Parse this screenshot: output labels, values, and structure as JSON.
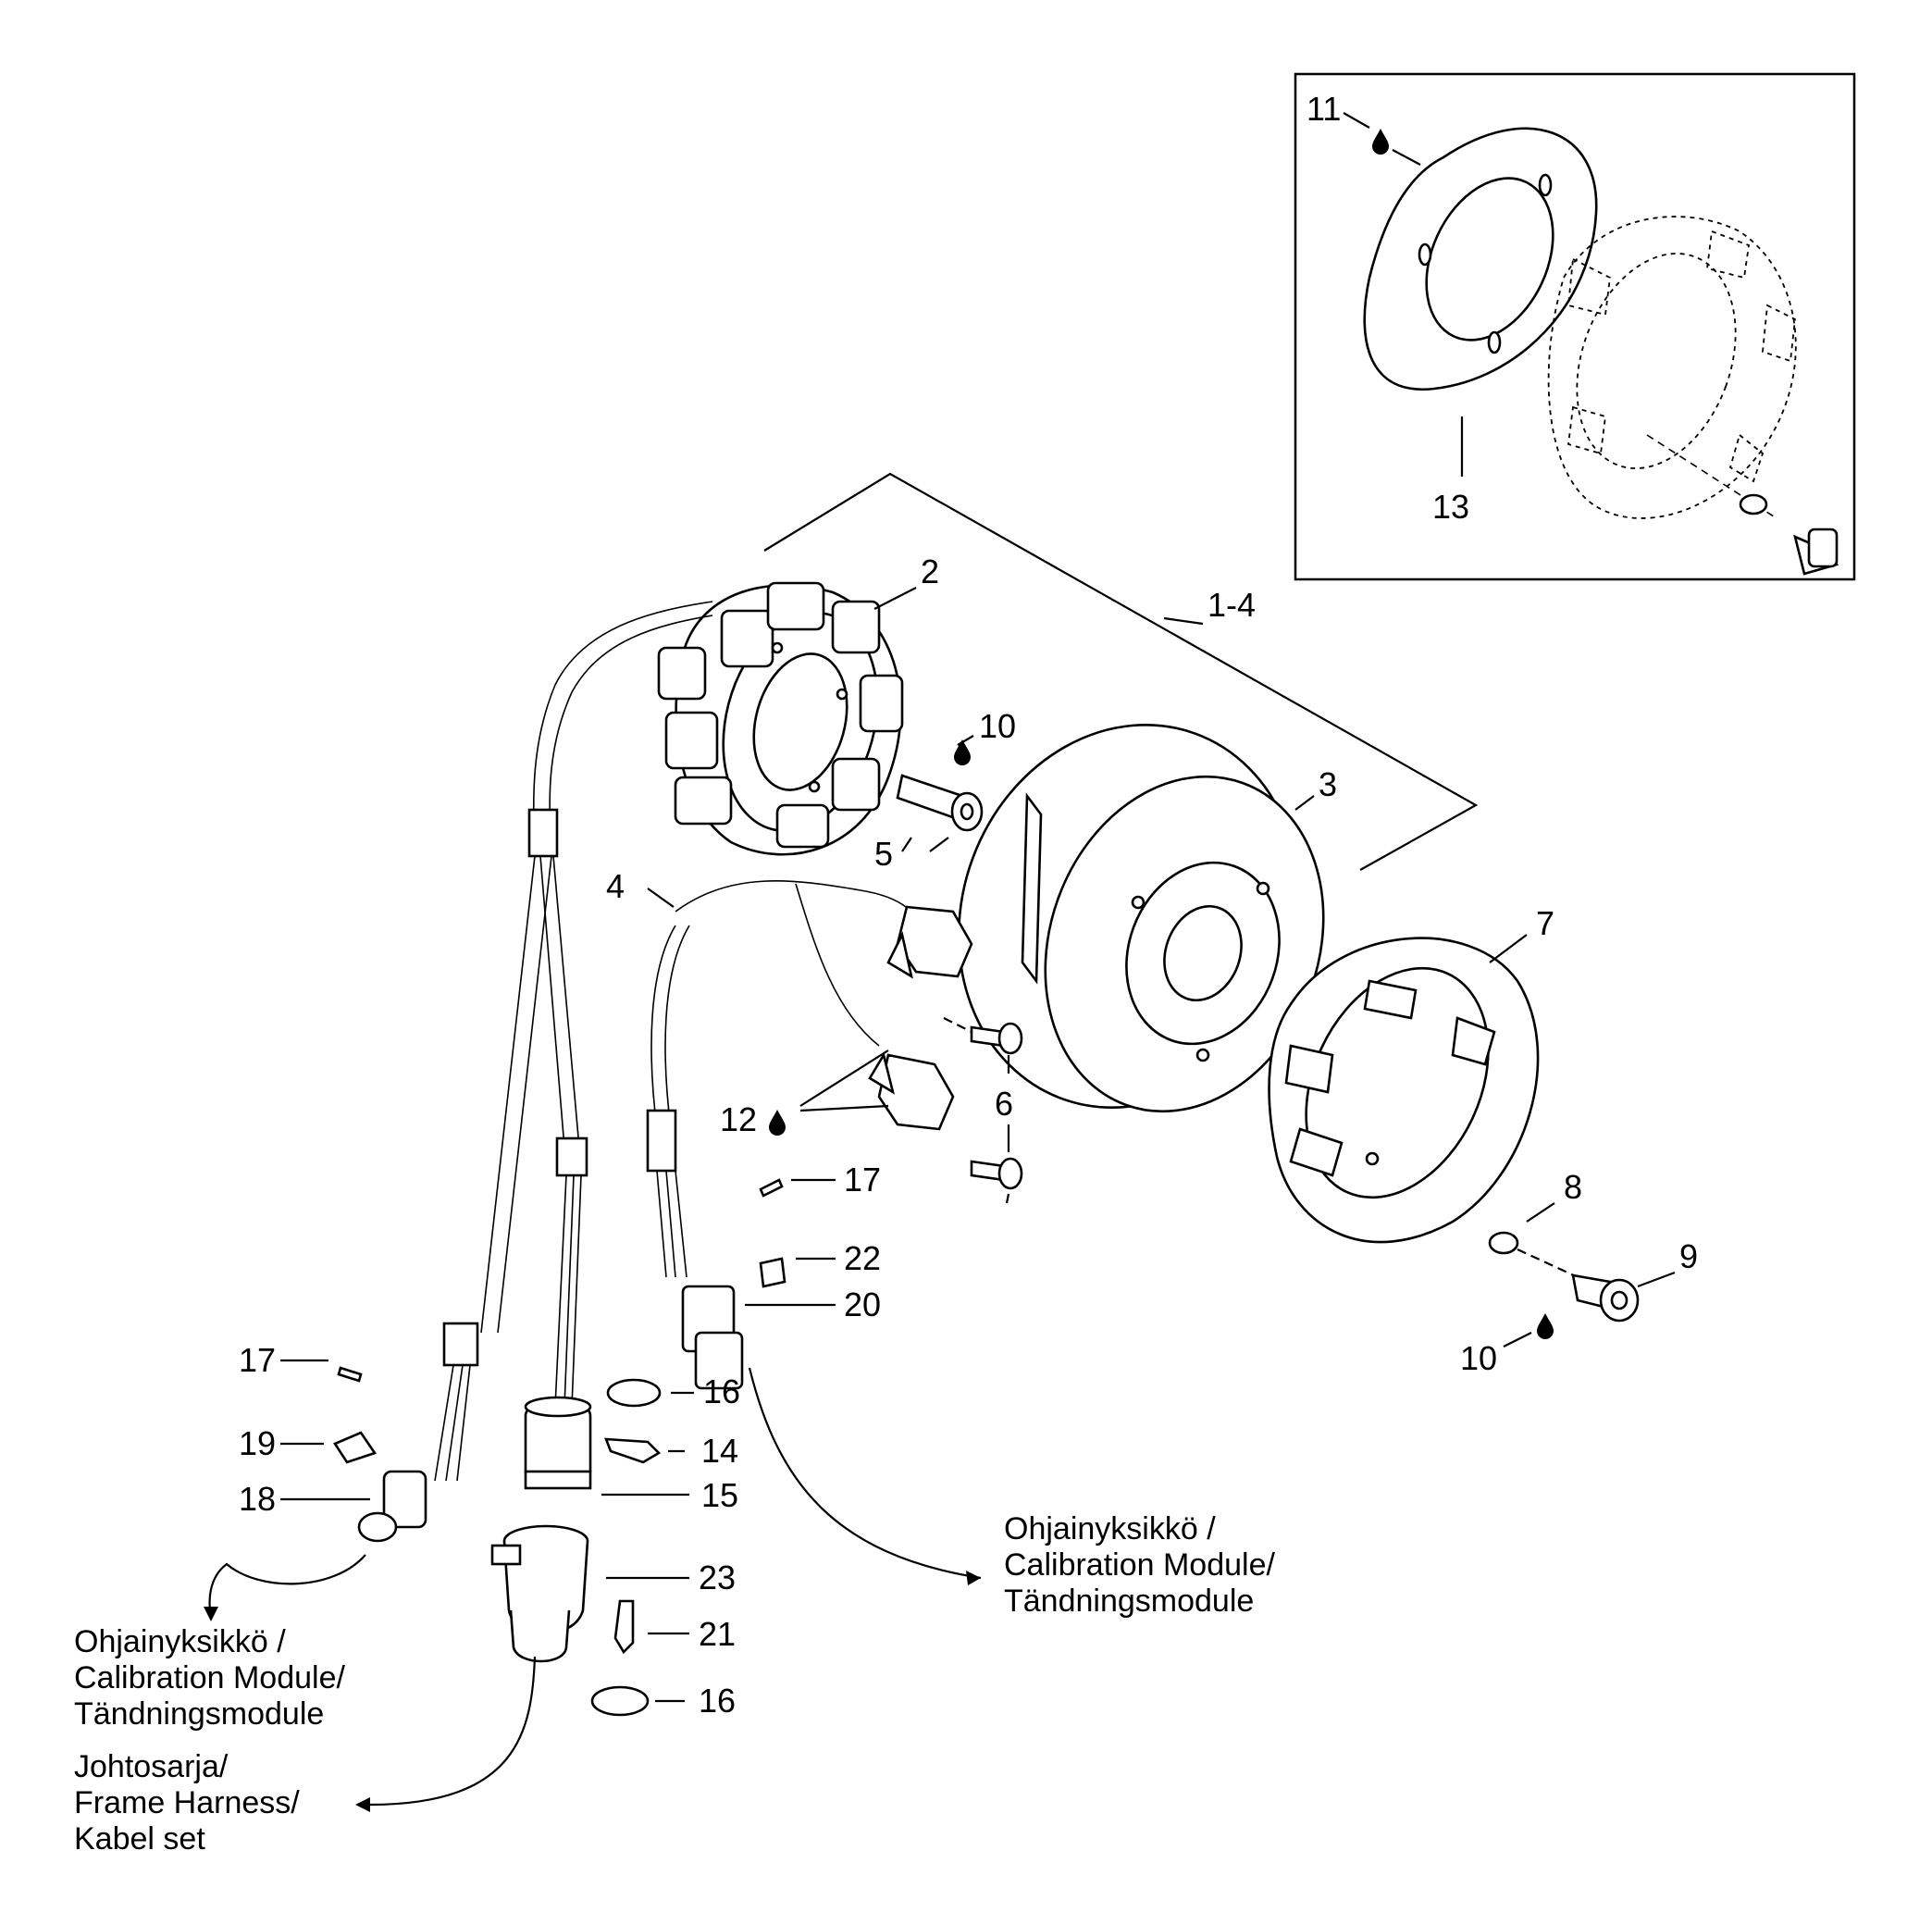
{
  "callouts": [
    "1-4",
    "2",
    "3",
    "4",
    "5",
    "6",
    "7",
    "8",
    "9",
    "10",
    "10",
    "11",
    "12",
    "13",
    "14",
    "15",
    "16",
    "16",
    "17",
    "17",
    "18",
    "19",
    "20",
    "21",
    "22",
    "23"
  ],
  "notes": {
    "module_left": [
      "Ohjainyksikkö /",
      "Calibration Module/",
      "Tändningsmodule"
    ],
    "module_right": [
      "Ohjainyksikkö /",
      "Calibration Module/",
      "Tändningsmodule"
    ],
    "harness": [
      "Johtosarja/",
      "Frame Harness/",
      "Kabel set"
    ]
  },
  "icons": [
    "oil-drop-icon"
  ]
}
